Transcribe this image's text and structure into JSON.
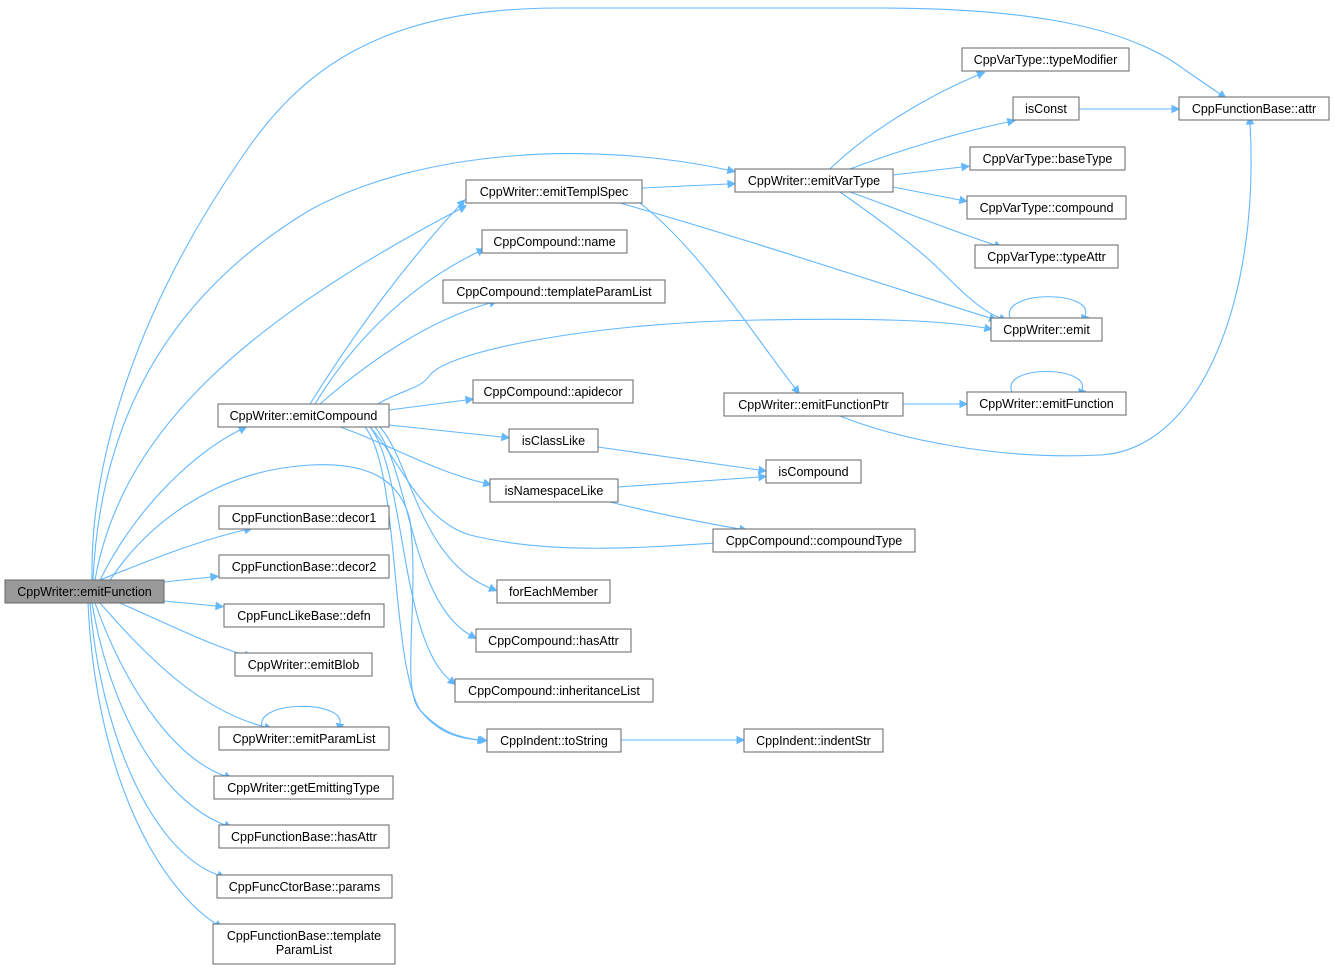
{
  "graph": {
    "type": "call-graph",
    "root": "emitFunction_root",
    "colors": {
      "edge": "#63b8ff",
      "node_border": "#666666",
      "root_fill": "#999999",
      "node_fill": "#ffffff"
    },
    "nodes": [
      {
        "id": "emitFunction_root",
        "label": "CppWriter::emitFunction"
      },
      {
        "id": "emitCompound",
        "label": "CppWriter::emitCompound"
      },
      {
        "id": "decor1",
        "label": "CppFunctionBase::decor1"
      },
      {
        "id": "decor2",
        "label": "CppFunctionBase::decor2"
      },
      {
        "id": "defn",
        "label": "CppFuncLikeBase::defn"
      },
      {
        "id": "emitBlob",
        "label": "CppWriter::emitBlob"
      },
      {
        "id": "emitParamList",
        "label": "CppWriter::emitParamList"
      },
      {
        "id": "getEmittingType",
        "label": "CppWriter::getEmittingType"
      },
      {
        "id": "fb_hasAttr",
        "label": "CppFunctionBase::hasAttr"
      },
      {
        "id": "params",
        "label": "CppFuncCtorBase::params"
      },
      {
        "id": "fb_templateParamList",
        "label": "CppFunctionBase::template",
        "label2": "ParamList"
      },
      {
        "id": "emitTemplSpec",
        "label": "CppWriter::emitTemplSpec"
      },
      {
        "id": "cc_name",
        "label": "CppCompound::name"
      },
      {
        "id": "cc_templateParamList",
        "label": "CppCompound::templateParamList"
      },
      {
        "id": "apidecor",
        "label": "CppCompound::apidecor"
      },
      {
        "id": "isClassLike",
        "label": "isClassLike"
      },
      {
        "id": "isNamespaceLike",
        "label": "isNamespaceLike"
      },
      {
        "id": "forEachMember",
        "label": "forEachMember"
      },
      {
        "id": "cc_hasAttr",
        "label": "CppCompound::hasAttr"
      },
      {
        "id": "inheritanceList",
        "label": "CppCompound::inheritanceList"
      },
      {
        "id": "toString",
        "label": "CppIndent::toString"
      },
      {
        "id": "emitVarType",
        "label": "CppWriter::emitVarType"
      },
      {
        "id": "emitFunctionPtr",
        "label": "CppWriter::emitFunctionPtr"
      },
      {
        "id": "isCompound",
        "label": "isCompound"
      },
      {
        "id": "compoundType",
        "label": "CppCompound::compoundType"
      },
      {
        "id": "indentStr",
        "label": "CppIndent::indentStr"
      },
      {
        "id": "typeModifier",
        "label": "CppVarType::typeModifier"
      },
      {
        "id": "isConst",
        "label": "isConst"
      },
      {
        "id": "baseType",
        "label": "CppVarType::baseType"
      },
      {
        "id": "vt_compound",
        "label": "CppVarType::compound"
      },
      {
        "id": "typeAttr",
        "label": "CppVarType::typeAttr"
      },
      {
        "id": "emit",
        "label": "CppWriter::emit"
      },
      {
        "id": "emitFunction2",
        "label": "CppWriter::emitFunction"
      },
      {
        "id": "attr",
        "label": "CppFunctionBase::attr"
      }
    ],
    "edges": [
      {
        "from": "emitFunction_root",
        "to": "attr"
      },
      {
        "from": "emitFunction_root",
        "to": "emitVarType"
      },
      {
        "from": "emitFunction_root",
        "to": "emitTemplSpec"
      },
      {
        "from": "emitFunction_root",
        "to": "emitCompound"
      },
      {
        "from": "emitFunction_root",
        "to": "toString"
      },
      {
        "from": "emitFunction_root",
        "to": "decor1"
      },
      {
        "from": "emitFunction_root",
        "to": "decor2"
      },
      {
        "from": "emitFunction_root",
        "to": "defn"
      },
      {
        "from": "emitFunction_root",
        "to": "emitBlob"
      },
      {
        "from": "emitFunction_root",
        "to": "emitParamList"
      },
      {
        "from": "emitFunction_root",
        "to": "getEmittingType"
      },
      {
        "from": "emitFunction_root",
        "to": "fb_hasAttr"
      },
      {
        "from": "emitFunction_root",
        "to": "params"
      },
      {
        "from": "emitFunction_root",
        "to": "fb_templateParamList"
      },
      {
        "from": "emitParamList",
        "to": "emitParamList"
      },
      {
        "from": "emitCompound",
        "to": "emitTemplSpec"
      },
      {
        "from": "emitCompound",
        "to": "cc_name"
      },
      {
        "from": "emitCompound",
        "to": "cc_templateParamList"
      },
      {
        "from": "emitCompound",
        "to": "emit"
      },
      {
        "from": "emitCompound",
        "to": "apidecor"
      },
      {
        "from": "emitCompound",
        "to": "isClassLike"
      },
      {
        "from": "emitCompound",
        "to": "isNamespaceLike"
      },
      {
        "from": "emitCompound",
        "to": "compoundType"
      },
      {
        "from": "emitCompound",
        "to": "forEachMember"
      },
      {
        "from": "emitCompound",
        "to": "cc_hasAttr"
      },
      {
        "from": "emitCompound",
        "to": "inheritanceList"
      },
      {
        "from": "emitCompound",
        "to": "toString"
      },
      {
        "from": "emitTemplSpec",
        "to": "emitVarType"
      },
      {
        "from": "emitTemplSpec",
        "to": "emit"
      },
      {
        "from": "emitTemplSpec",
        "to": "emitFunctionPtr"
      },
      {
        "from": "emitVarType",
        "to": "typeModifier"
      },
      {
        "from": "emitVarType",
        "to": "isConst"
      },
      {
        "from": "emitVarType",
        "to": "baseType"
      },
      {
        "from": "emitVarType",
        "to": "vt_compound"
      },
      {
        "from": "emitVarType",
        "to": "typeAttr"
      },
      {
        "from": "emitVarType",
        "to": "emit"
      },
      {
        "from": "isConst",
        "to": "attr"
      },
      {
        "from": "emit",
        "to": "emit"
      },
      {
        "from": "emitFunctionPtr",
        "to": "emitFunction2"
      },
      {
        "from": "emitFunctionPtr",
        "to": "attr"
      },
      {
        "from": "emitFunction2",
        "to": "emitFunction2"
      },
      {
        "from": "isClassLike",
        "to": "isCompound"
      },
      {
        "from": "isNamespaceLike",
        "to": "isCompound"
      },
      {
        "from": "isNamespaceLike",
        "to": "compoundType"
      },
      {
        "from": "toString",
        "to": "indentStr"
      }
    ]
  }
}
